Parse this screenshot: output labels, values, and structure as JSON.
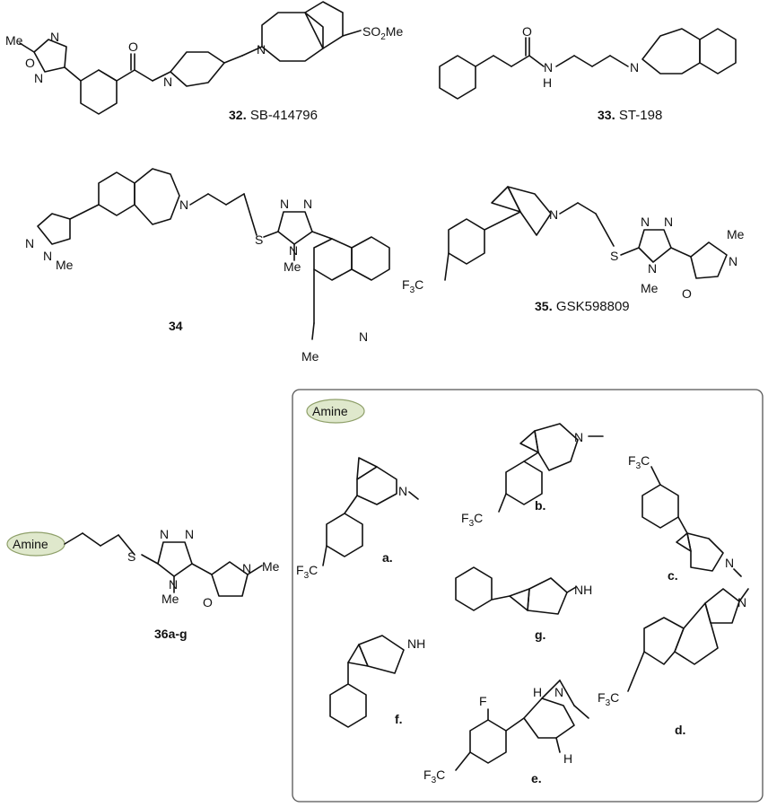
{
  "compounds": [
    {
      "id": "32",
      "name": "SB-414796",
      "groups": [
        "Me",
        "SO2Me"
      ]
    },
    {
      "id": "33",
      "name": "ST-198"
    },
    {
      "id": "34",
      "name": "",
      "groups": [
        "Me",
        "Me",
        "Me"
      ]
    },
    {
      "id": "35",
      "name": "GSK598809",
      "groups": [
        "F3C",
        "Me",
        "Me"
      ]
    },
    {
      "id": "36a-g",
      "name": "",
      "groups": [
        "Amine",
        "Me",
        "Me"
      ]
    }
  ],
  "atoms": {
    "N": "N",
    "O": "O",
    "S": "S",
    "H": "H",
    "F": "F",
    "NH": "NH",
    "Me": "Me",
    "SO2Me_prefix": "SO",
    "SO2Me_sub": "2",
    "SO2Me_suffix": "Me",
    "F3C_prefix": "F",
    "F3C_sub": "3",
    "F3C_suffix": "C"
  },
  "amine_panel": {
    "badge": "Amine",
    "items": [
      {
        "label": "a."
      },
      {
        "label": "b."
      },
      {
        "label": "c."
      },
      {
        "label": "d."
      },
      {
        "label": "e."
      },
      {
        "label": "f."
      },
      {
        "label": "g."
      }
    ]
  },
  "colors": {
    "badge_fill": "#dfe8cc",
    "badge_stroke": "#8fa06a",
    "panel_border": "#555555"
  }
}
